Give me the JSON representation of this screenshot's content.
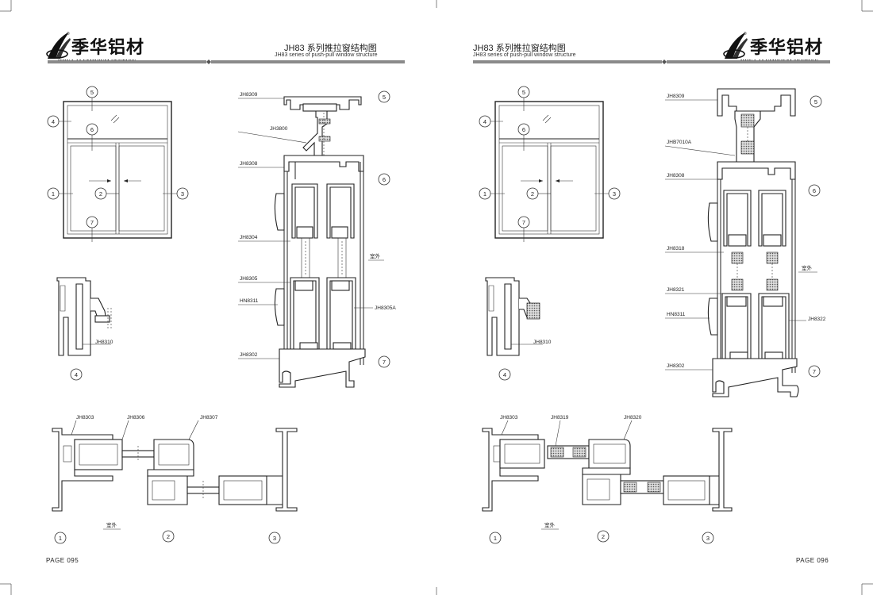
{
  "left": {
    "brand": "季华铝材",
    "brand_sub": "JIHUA ALUMINIUM SECTION",
    "title": "JH83 系列推拉窗结构图",
    "subtitle": "JH83 series of push-pull window structure",
    "page": "PAGE 095",
    "callouts": [
      "1",
      "2",
      "3",
      "4",
      "5",
      "6",
      "7"
    ],
    "labels": {
      "jh8309": "JH8309",
      "jh3800": "JH3800",
      "jh8308": "JH8308",
      "jh8304": "JH8304",
      "jh8305": "JH8305",
      "hn8311": "HN8311",
      "jh8305a": "JH8305A",
      "jh8302": "JH8302",
      "jh8310": "JH8310",
      "jh8303": "JH8303",
      "jh8306": "JH8306",
      "jh8307": "JH8307",
      "outdoor_v": "室外",
      "outdoor_h": "室外"
    }
  },
  "right": {
    "brand": "季华铝材",
    "brand_sub": "JIHUA ALUMINIUM SECTION",
    "title": "JH83 系列推拉窗结构图",
    "subtitle": "JH83 series of push-pull window structure",
    "page": "PAGE 096",
    "callouts": [
      "1",
      "2",
      "3",
      "4",
      "5",
      "6",
      "7"
    ],
    "labels": {
      "jh8309": "JH8309",
      "jhb7010a": "JHB7010A",
      "jh8308": "JH8308",
      "jh8318": "JH8318",
      "jh8321": "JH8321",
      "hn8311": "HN8311",
      "jh8322": "JH8322",
      "jh8302": "JH8302",
      "jh8310": "JH8310",
      "jh8303": "JH8303",
      "jh8319": "JH8319",
      "jh8320": "JH8320",
      "outdoor_v": "室外",
      "outdoor_h": "室外"
    }
  },
  "colors": {
    "line": "#222222",
    "header_bar": "#8a8a8a",
    "fill": "#ffffff"
  },
  "icons": [
    "logo-icon",
    "crop-mark-icon",
    "arrow-left-icon",
    "arrow-right-icon"
  ]
}
